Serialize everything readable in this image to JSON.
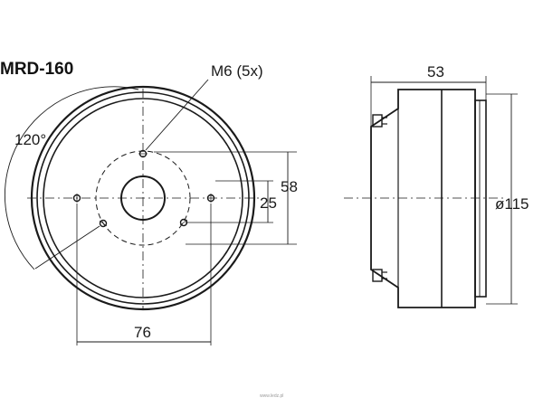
{
  "model": "MRD-160",
  "front_view": {
    "screw_label": "M6 (5x)",
    "angle_label": "120°",
    "dim_58": "58",
    "dim_25": "25",
    "dim_76": "76"
  },
  "side_view": {
    "dim_depth": "53",
    "dim_diameter": "ø115"
  },
  "watermark": "www.ledz.pl",
  "colors": {
    "ink": "#1a1a1a",
    "background": "#ffffff"
  }
}
